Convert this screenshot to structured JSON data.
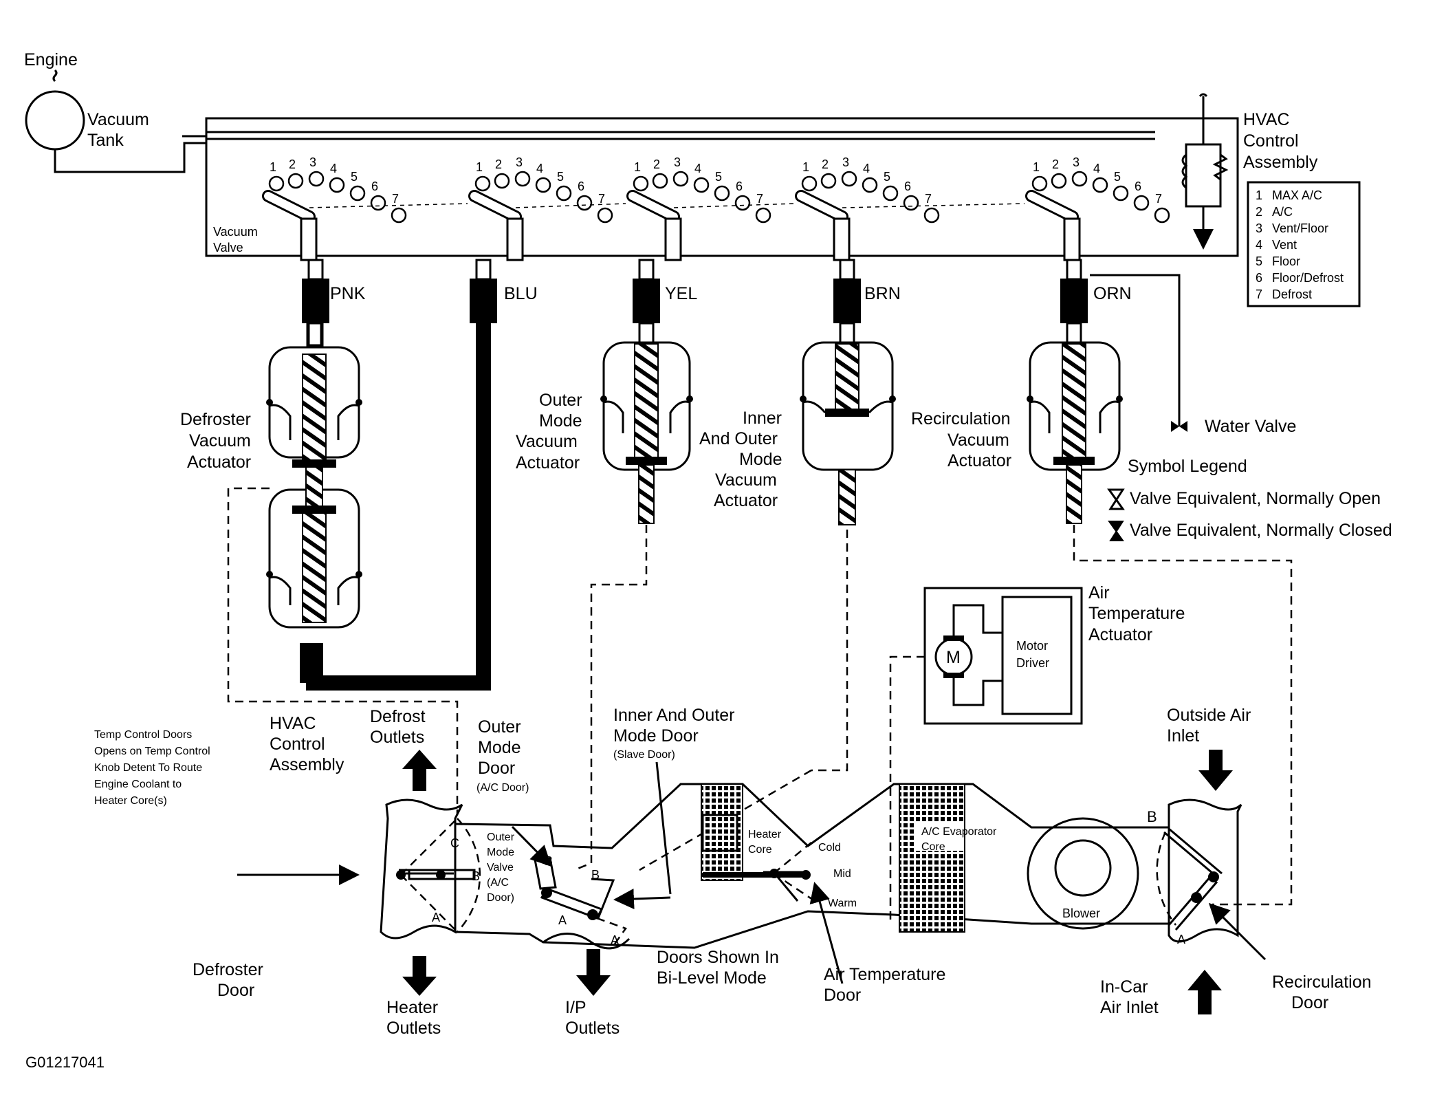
{
  "labels": {
    "engine": "Engine",
    "vacuum_tank": [
      "Vacuum",
      "Tank"
    ],
    "vacuum_valve": [
      "Vacuum",
      "Valve"
    ],
    "hvac_control_assembly_top": [
      "HVAC",
      "Control",
      "Assembly"
    ],
    "hvac_control_assembly_bottom": [
      "HVAC",
      "Control",
      "Assembly"
    ],
    "defroster_vacuum_actuator": [
      "Defroster",
      "Vacuum",
      "Actuator"
    ],
    "outer_mode_vacuum_actuator": [
      "Outer",
      "Mode",
      "Vacuum",
      "Actuator"
    ],
    "inner_outer_mode_vacuum_actuator": [
      "Inner",
      "And Outer",
      "Mode",
      "Vacuum",
      "Actuator"
    ],
    "recirculation_vacuum_actuator": [
      "Recirculation",
      "Vacuum",
      "Actuator"
    ],
    "water_valve": "Water Valve",
    "air_temperature_actuator": [
      "Air",
      "Temperature",
      "Actuator"
    ],
    "motor": "M",
    "motor_driver": [
      "Motor",
      "Driver"
    ],
    "temp_control_note": [
      "Temp Control Doors",
      "Opens on Temp Control",
      "Knob Detent To Route",
      "Engine Coolant to",
      "Heater Core(s)"
    ],
    "defrost_outlets": [
      "Defrost",
      "Outlets"
    ],
    "outer_mode_door": [
      "Outer",
      "Mode",
      "Door"
    ],
    "outer_mode_door_sub": "(A/C Door)",
    "inner_outer_mode_door": [
      "Inner And Outer",
      "Mode Door"
    ],
    "inner_outer_mode_door_sub": "(Slave Door)",
    "outside_air_inlet": [
      "Outside Air",
      "Inlet"
    ],
    "outer_mode_valve": [
      "Outer",
      "Mode",
      "Valve",
      "(A/C",
      "Door)"
    ],
    "heater_core": [
      "Heater",
      "Core"
    ],
    "cold": "Cold",
    "mid": "Mid",
    "warm": "Warm",
    "ac_evaporator_core": [
      "A/C Evaporator",
      "Core"
    ],
    "blower": "Blower",
    "defroster_door": [
      "Defroster",
      "Door"
    ],
    "heater_outlets": [
      "Heater",
      "Outlets"
    ],
    "ip_outlets": [
      "I/P",
      "Outlets"
    ],
    "doors_shown": [
      "Doors Shown In",
      "Bi-Level Mode"
    ],
    "air_temperature_door": [
      "Air Temperature",
      "Door"
    ],
    "in_car_air_inlet": [
      "In-Car",
      "Air Inlet"
    ],
    "recirculation_door": [
      "Recirculation",
      "Door"
    ],
    "symbol_legend_title": "Symbol Legend",
    "legend_normally_open": "Valve Equivalent, Normally Open",
    "legend_normally_closed": "Valve Equivalent, Normally Closed",
    "figure_id": "G01217041"
  },
  "door_letters": {
    "a": "A",
    "b": "B",
    "c": "C"
  },
  "hoses": [
    "PNK",
    "BLU",
    "YEL",
    "BRN",
    "ORN"
  ],
  "valve_numbers": [
    "1",
    "2",
    "3",
    "4",
    "5",
    "6",
    "7"
  ],
  "mode_legend": [
    {
      "n": "1",
      "label": "MAX A/C"
    },
    {
      "n": "2",
      "label": "A/C"
    },
    {
      "n": "3",
      "label": "Vent/Floor"
    },
    {
      "n": "4",
      "label": "Vent"
    },
    {
      "n": "5",
      "label": "Floor"
    },
    {
      "n": "6",
      "label": "Floor/Defrost"
    },
    {
      "n": "7",
      "label": "Defrost"
    }
  ],
  "colors": {
    "line": "#000000",
    "background": "#ffffff"
  }
}
